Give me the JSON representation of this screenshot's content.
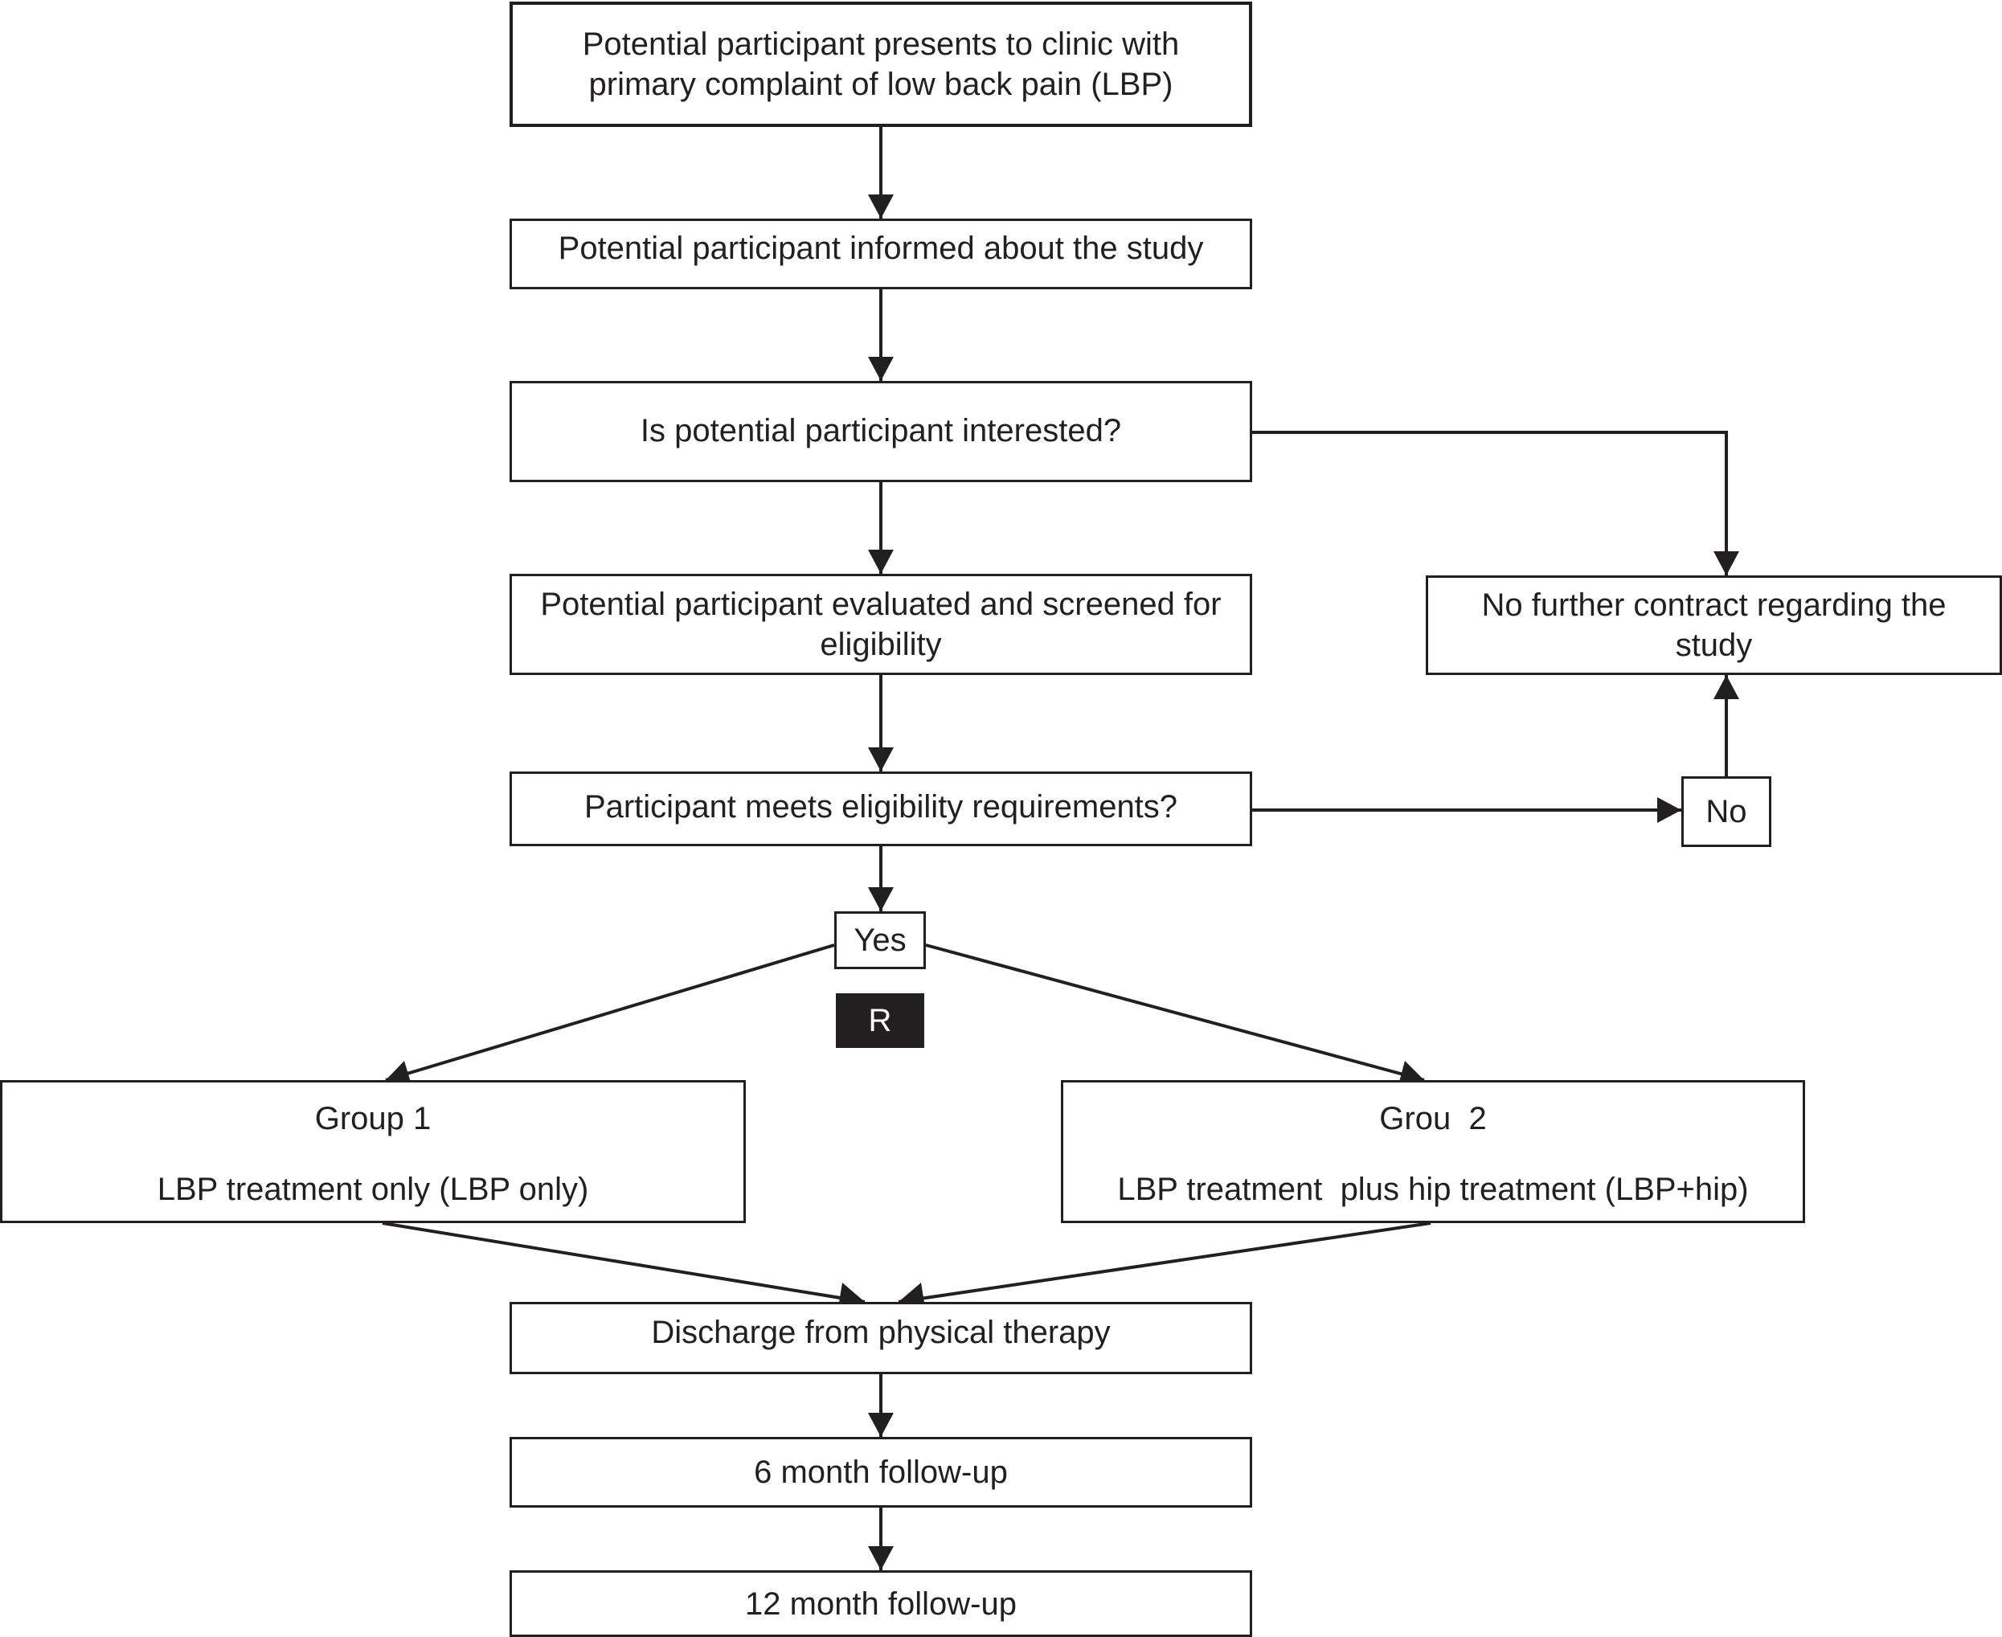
{
  "nodes": {
    "presents": "Potential participant presents to clinic with primary complaint of low back pain (LBP)",
    "informed": "Potential participant informed about the study",
    "interested": "Is potential participant interested?",
    "evaluated": "Potential participant evaluated and screened for eligibility",
    "no_further": "No further contract regarding the study",
    "meets": "Participant meets eligibility requirements?",
    "no": "No",
    "yes": "Yes",
    "randomize": "R",
    "group1_title": "Group 1",
    "group1_desc": "LBP treatment only (LBP only)",
    "group2_title": "Grou  2",
    "group2_desc": "LBP treatment  plus hip treatment (LBP+hip)",
    "discharge": "Discharge from physical therapy",
    "followup6": "6 month follow-up",
    "followup12": "12 month follow-up"
  },
  "colors": {
    "line": "#231f20",
    "background": "#ffffff"
  }
}
